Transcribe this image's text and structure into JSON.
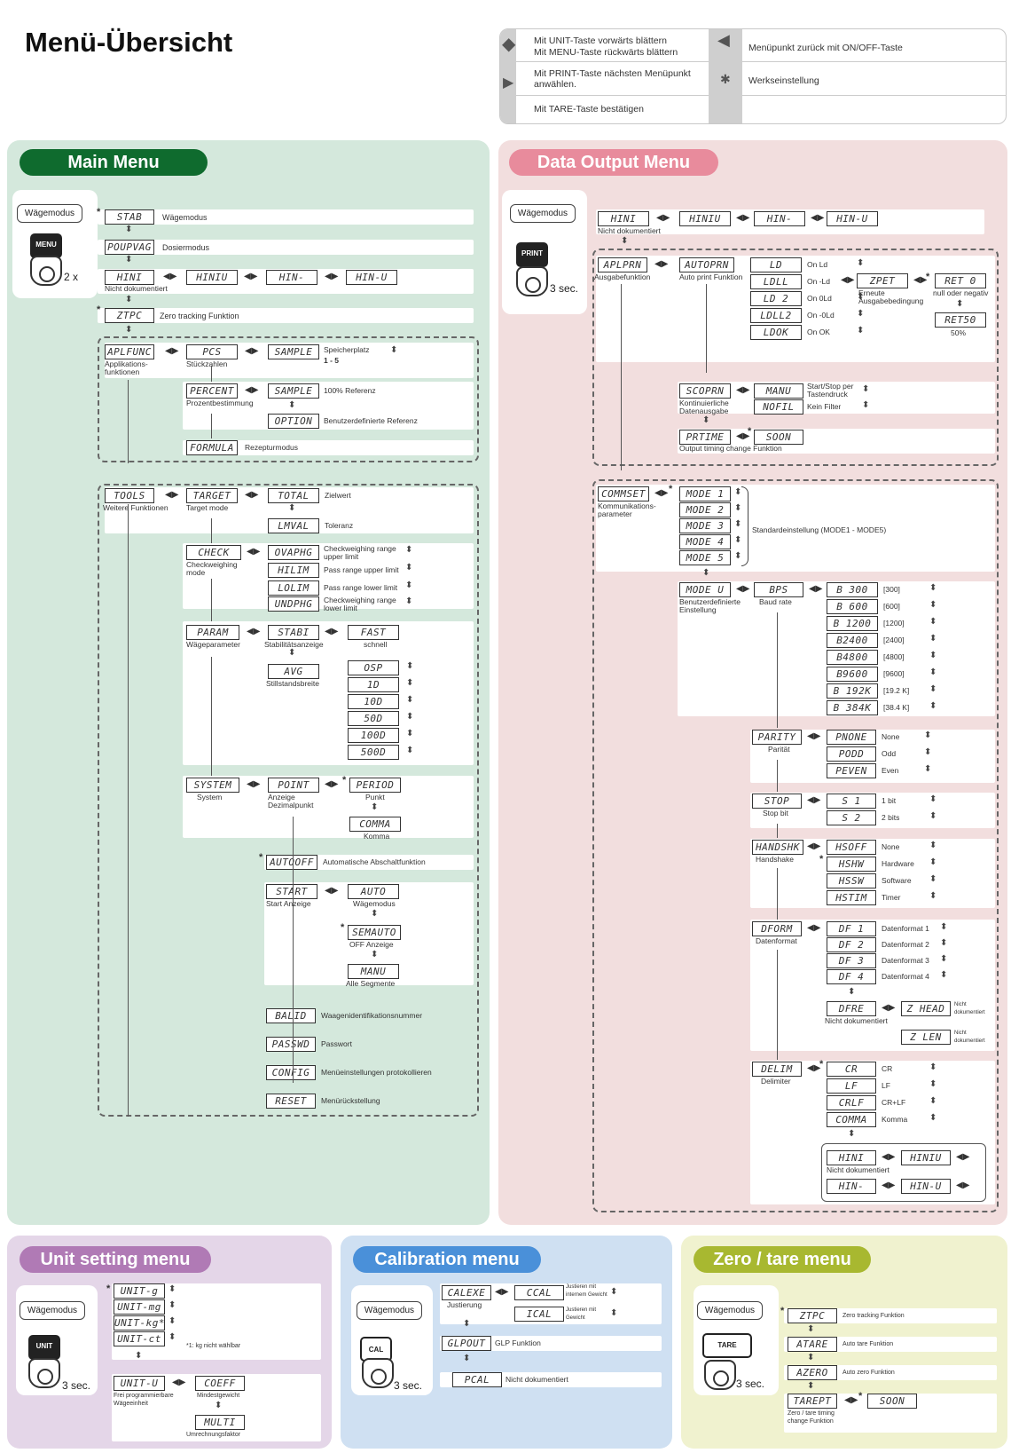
{
  "title": "Menü-Übersicht",
  "legend": {
    "l1": "Mit UNIT-Taste vorwärts blättern",
    "l2": "Mit MENU-Taste rückwärts blättern",
    "l3": "Mit PRINT-Taste nächsten Menüpunkt anwählen.",
    "l4": "Mit TARE-Taste bestätigen",
    "r1": "Menüpunkt zurück mit ON/OFF-Taste",
    "r2": "Werkseinstellung"
  },
  "main": {
    "title": "Main Menu",
    "wm": "Wägemodus",
    "key": "MENU",
    "times": "2 x",
    "rows": [
      {
        "lcd": "STAB",
        "desc": "Wägemodus"
      },
      {
        "lcd": "POUPVAG",
        "desc": "Dosiermodus"
      },
      {
        "lcd": "HINI",
        "desc": "Nicht dokumentiert"
      },
      {
        "lcd": "ZTPC",
        "desc": "Zero tracking Funktion"
      }
    ],
    "hini": [
      "HINIU",
      "HIN-",
      "HIN-U"
    ],
    "appl": {
      "lcd": "APLFUNC",
      "desc": "Applikations- funktionen",
      "pcs": "PCS",
      "pcsd": "Stückzahlen",
      "sample": "SAMPLE",
      "sampled": "Speicherplatz",
      "range": "1 - 5",
      "percent": "PERCENT",
      "percentd": "Prozentbestimmung",
      "sample2": "SAMPLE",
      "sample2d": "100% Referenz",
      "option": "OPTION",
      "optiond": "Benutzerdefinierte Referenz",
      "formula": "FORMULA",
      "formulad": "Rezepturmodus"
    },
    "tools": {
      "lcd": "TOOLS",
      "desc": "Weitere Funktionen",
      "target": "TARGET",
      "targetd": "Target mode",
      "total": "TOTAL",
      "totald": "Zielwert",
      "limal": "LMVAL",
      "limald": "Toleranz",
      "check": "CHECK",
      "checkd": "Checkweighing mode",
      "ck": [
        {
          "l": "OVAPHG",
          "d": "Checkweighing range upper limit"
        },
        {
          "l": "HILIM",
          "d": "Pass range upper limit"
        },
        {
          "l": "LOLIM",
          "d": "Pass range lower limit"
        },
        {
          "l": "UNDPHG",
          "d": "Checkweighing range lower limit"
        }
      ],
      "param": "PARAM",
      "paramd": "Wägeparameter",
      "stabi": "STABI",
      "stabid": "Stabilitätsanzeige",
      "fast": "FAST",
      "fastd": "schnell",
      "avg": "AVG",
      "avgd": "Stillstandsbreite",
      "avgv": [
        "OSP",
        "1D",
        "10D",
        "50D",
        "100D",
        "500D"
      ],
      "system": "SYSTEM",
      "systemd": "System",
      "point": "POINT",
      "pointd": "Anzeige Dezimalpunkt",
      "period": "PERIOD",
      "periodd": "Punkt",
      "comma": "COMMA",
      "commad": "Komma",
      "autooff": "AUTOOFF",
      "autooffd": "Automatische Abschaltfunktion",
      "start": "START",
      "startd": "Start Anzeige",
      "auto": "AUTO",
      "autod": "Wägemodus",
      "semauto": "SEMAUTO",
      "semautod": "OFF Anzeige",
      "manu": "MANU",
      "manud": "Alle Segmente",
      "idlist": [
        {
          "l": "BALID",
          "d": "Waagenidentifikationsnummer"
        },
        {
          "l": "PASSWD",
          "d": "Passwort"
        },
        {
          "l": "CONFIG",
          "d": "Menüeinstellungen protokollieren"
        },
        {
          "l": "RESET",
          "d": "Menürückstellung"
        }
      ]
    }
  },
  "data": {
    "title": "Data Output Menu",
    "wm": "Wägemodus",
    "key": "PRINT",
    "sec": "3 sec.",
    "hini": [
      "HINI",
      "HINIU",
      "HIN-",
      "HIN-U"
    ],
    "hinid": "Nicht dokumentiert",
    "aplpan": "APLPRN",
    "aplpand": "Ausgabefunktion",
    "autoprn": "AUTOPRN",
    "autoprnd": "Auto print Funktion",
    "ld": [
      {
        "l": "LD",
        "d": "On Ld"
      },
      {
        "l": "LDLL",
        "d": "On -Ld"
      },
      {
        "l": "LD 2",
        "d": "On 0Ld"
      },
      {
        "l": "LDLL2",
        "d": "On -0Ld"
      },
      {
        "l": "LDOK",
        "d": "On OK"
      }
    ],
    "zpet": "ZPET",
    "zpetd": "Erneute Ausgabebedingung",
    "ret0": "RET 0",
    "ret0d": "null oder negativ",
    "ret50": "RET50",
    "ret50d": "50%",
    "scopan": "SCOPRN",
    "scopand": "Kontinuierliche Datenausgabe",
    "manu": "MANU",
    "manud": "Start/Stop per Tastendruck",
    "nofil": "NOFIL",
    "nofild": "Kein Filter",
    "prtime": "PRTIME",
    "prtimed": "Output timing change Funktion",
    "soon": "SOON",
    "commset": "COMMSET",
    "commsetd": "Kommunikations- parameter",
    "modes": [
      "MODE 1",
      "MODE 2",
      "MODE 3",
      "MODE 4",
      "MODE 5"
    ],
    "modesd": "Standardeinstellung (MODE1 - MODE5)",
    "modeu": "MODE U",
    "modeud": "Benutzerdefinierte Einstellung",
    "bps": "BPS",
    "bpsd": "Baud rate",
    "baud": [
      {
        "l": "B 300",
        "d": "[300]"
      },
      {
        "l": "B 600",
        "d": "[600]"
      },
      {
        "l": "B 1200",
        "d": "[1200]"
      },
      {
        "l": "B2400",
        "d": "[2400]"
      },
      {
        "l": "B4800",
        "d": "[4800]"
      },
      {
        "l": "B9600",
        "d": "[9600]"
      },
      {
        "l": "B 192K",
        "d": "[19.2 K]"
      },
      {
        "l": "B 384K",
        "d": "[38.4 K]"
      }
    ],
    "parity": "PARITY",
    "parityd": "Parität",
    "par": [
      {
        "l": "PNONE",
        "d": "None"
      },
      {
        "l": "PODD",
        "d": "Odd"
      },
      {
        "l": "PEVEN",
        "d": "Even"
      }
    ],
    "stop": "STOP",
    "stopd": "Stop bit",
    "stops": [
      {
        "l": "S 1",
        "d": "1 bit"
      },
      {
        "l": "S 2",
        "d": "2 bits"
      }
    ],
    "hanshk": "HANDSHK",
    "hanshkd": "Handshake",
    "hs": [
      {
        "l": "HSOFF",
        "d": "None"
      },
      {
        "l": "HSHW",
        "d": "Hardware"
      },
      {
        "l": "HSSW",
        "d": "Software"
      },
      {
        "l": "HSTIM",
        "d": "Timer"
      }
    ],
    "dform": "DFORM",
    "dformd": "Datenformat",
    "df": [
      {
        "l": "DF 1",
        "d": "Datenformat 1"
      },
      {
        "l": "DF 2",
        "d": "Datenformat 2"
      },
      {
        "l": "DF 3",
        "d": "Datenformat 3"
      },
      {
        "l": "DF 4",
        "d": "Datenformat 4"
      }
    ],
    "dfre": "DFRE",
    "dfred": "Nicht dokumentiert",
    "zhead": "Z HEAD",
    "zlen": "Z LEN",
    "nd": "Nicht dokumentiert",
    "delim": "DELIM",
    "delimd": "Delimiter",
    "dl": [
      {
        "l": "CR",
        "d": "CR"
      },
      {
        "l": "LF",
        "d": "LF"
      },
      {
        "l": "CRLF",
        "d": "CR+LF"
      },
      {
        "l": "COMMA",
        "d": "Komma"
      }
    ],
    "hini2": [
      "HINI",
      "HINIU",
      "HIN-",
      "HIN-U"
    ]
  },
  "unit": {
    "title": "Unit setting menu",
    "wm": "Wägemodus",
    "key": "UNIT",
    "sec": "3 sec.",
    "items": [
      "UNIT-g",
      "UNIT-mg",
      "UNIT-kg*1",
      "UNIT-ct"
    ],
    "note": "*1: kg nicht wählbar",
    "unitu": "UNIT-U",
    "unitud": "Frei programmierbare Wägeeinheit",
    "coeff": "COEFF",
    "coeffd": "Mindestgewicht",
    "multi": "MULTI",
    "multid": "Umrechnungsfaktor"
  },
  "cal": {
    "title": "Calibration menu",
    "wm": "Wägemodus",
    "key": "CAL",
    "sec": "3 sec.",
    "calexe": "CALEXE",
    "calexed": "Justierung",
    "ccal": "CCAL",
    "ccald": "Justieren mit internem Gewicht",
    "ical": "ICAL",
    "icald": "Justieren mit Gewicht",
    "glp": "GLPOUT",
    "glpd": "GLP Funktion",
    "pcal": "PCAL",
    "pcald": "Nicht dokumentiert"
  },
  "zero": {
    "title": "Zero / tare menu",
    "wm": "Wägemodus",
    "key": "TARE",
    "sec": "3 sec.",
    "ztpc": "ZTPC",
    "ztpcd": "Zero tracking Funktion",
    "atare": "ATARE",
    "atared": "Auto tare Funktion",
    "azero": "AZERO",
    "azerod": "Auto zero Funktion",
    "tarer": "TAREPT",
    "tarerd": "Zero / tare timing change Funktion",
    "soon": "SOON"
  },
  "colors": {
    "main": "#d4e8dc",
    "mainpill": "#0f6b2e",
    "data": "#f2dede",
    "datapill": "#e88b9c",
    "unit": "#e4d6e8",
    "unitpill": "#b07ab5",
    "cal": "#cfe0f2",
    "calpill": "#4a90d9",
    "zero": "#f0f2cf",
    "zeropill": "#a8b830"
  }
}
